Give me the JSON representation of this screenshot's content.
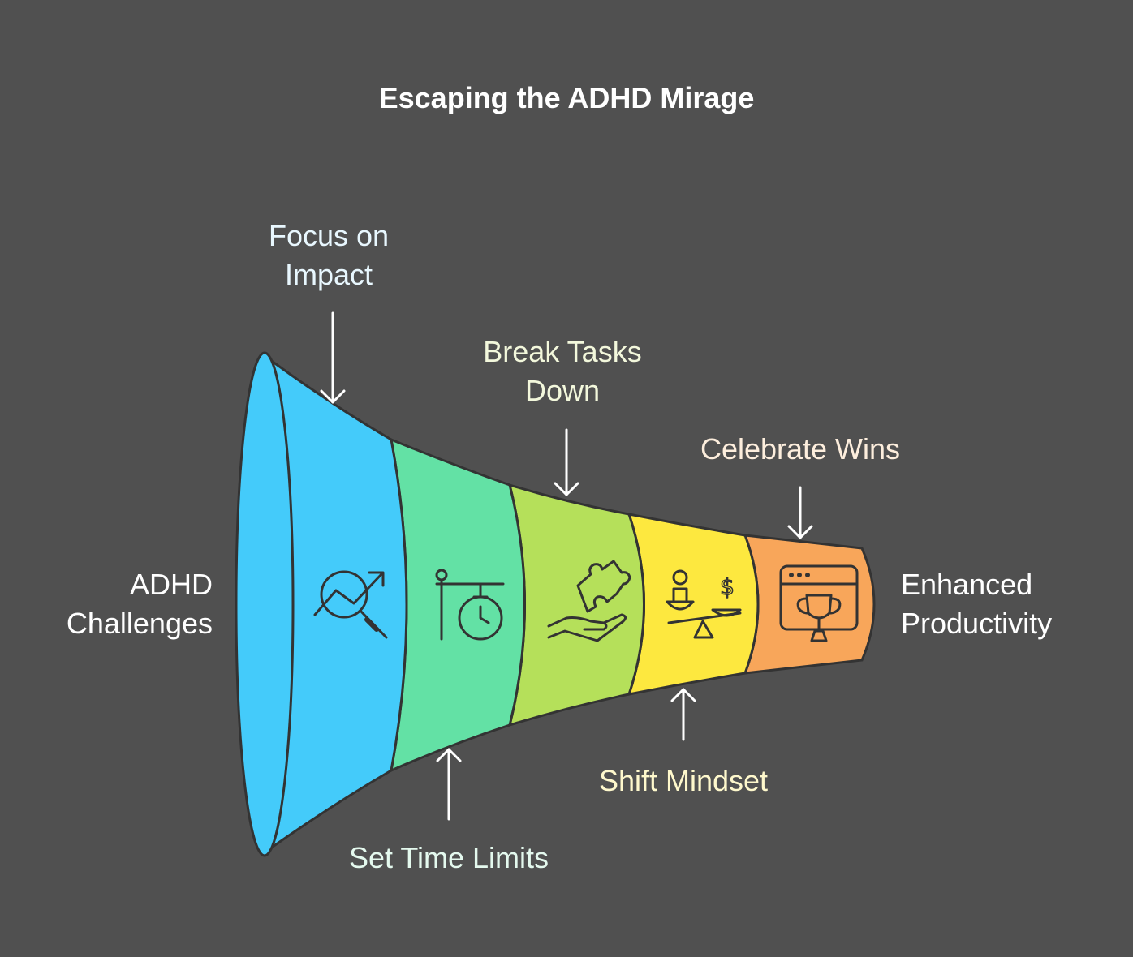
{
  "title": "Escaping the ADHD Mirage",
  "start": {
    "line1": "ADHD",
    "line2": "Challenges"
  },
  "end": {
    "line1": "Enhanced",
    "line2": "Productivity"
  },
  "stages": [
    {
      "line1": "Focus on",
      "line2": "Impact",
      "color": "#44cbfa",
      "icon": "trend-magnifier-icon"
    },
    {
      "line1": "Set Time Limits",
      "line2": "",
      "color": "#63e1a5",
      "icon": "stopwatch-sign-icon"
    },
    {
      "line1": "Break Tasks",
      "line2": "Down",
      "color": "#b5e05a",
      "icon": "puzzle-hand-icon"
    },
    {
      "line1": "Shift Mindset",
      "line2": "",
      "color": "#fde83f",
      "icon": "balance-scale-icon"
    },
    {
      "line1": "Celebrate Wins",
      "line2": "",
      "color": "#f8a65a",
      "icon": "trophy-window-icon"
    }
  ],
  "colors": {
    "background": "#505050",
    "text": "#ffffff",
    "label_text": "#fffbe4",
    "outline": "#333333"
  }
}
